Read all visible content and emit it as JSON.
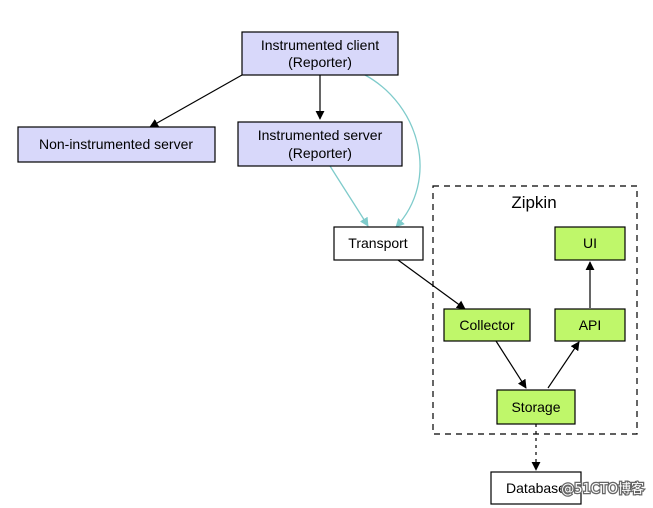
{
  "colors": {
    "instrumented_fill": "#d8d8fa",
    "zipkin_fill": "#bff76a",
    "plain_fill": "#ffffff",
    "border": "#000000",
    "async_edge": "#7fcbcb",
    "sync_edge": "#000000"
  },
  "group": {
    "label": "Zipkin"
  },
  "nodes": {
    "instrumented_client": {
      "line1": "Instrumented client",
      "line2": "(Reporter)"
    },
    "non_instrumented_server": {
      "label": "Non-instrumented server"
    },
    "instrumented_server": {
      "line1": "Instrumented server",
      "line2": "(Reporter)"
    },
    "transport": {
      "label": "Transport"
    },
    "ui": {
      "label": "UI"
    },
    "collector": {
      "label": "Collector"
    },
    "api": {
      "label": "API"
    },
    "storage": {
      "label": "Storage"
    },
    "database": {
      "label": "Database"
    }
  },
  "watermark": {
    "text": "@51CTO博客"
  }
}
